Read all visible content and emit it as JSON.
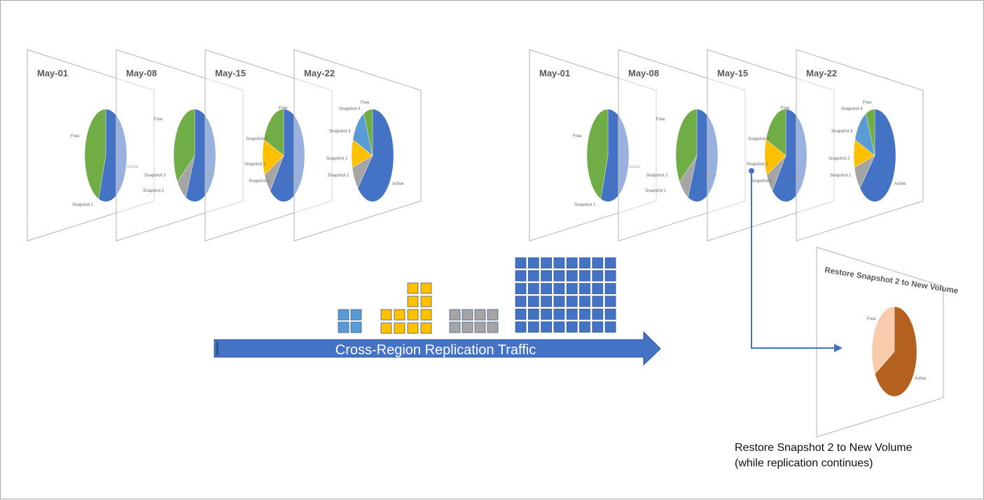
{
  "colors": {
    "active": "#4472c4",
    "free": "#70ad47",
    "snapshot_1": "#a5a5a5",
    "snapshot_2": "#a5a5a5",
    "snapshot_3": "#ffc000",
    "snapshot_4": "#5b9bd5",
    "restore_active": "#b4601f",
    "restore_free": "#f8cbad",
    "arrow": "#4472c4",
    "block_blue_light": "#5b9bd5",
    "block_yellow": "#ffc000",
    "block_gray": "#a5a5a5",
    "block_blue_dark": "#4472c4",
    "panel_border": "#bfbfbf"
  },
  "source_volume": {
    "panels": [
      {
        "date": "May-01",
        "labels": [
          "Free",
          "Active",
          "Snapshot 1"
        ]
      },
      {
        "date": "May-08",
        "labels": [
          "Free",
          "Active",
          "Snapshot 2",
          "Snapshot 1"
        ]
      },
      {
        "date": "May-15",
        "labels": [
          "Free",
          "Snapshot 3",
          "Snapshot 2",
          "Snapshot 1",
          "Active"
        ]
      },
      {
        "date": "May-22",
        "labels": [
          "Free",
          "Snapshot 4",
          "Snapshot 3",
          "Snapshot 2",
          "Snapshot 1",
          "Active"
        ]
      }
    ]
  },
  "destination_volume": {
    "panels": [
      {
        "date": "May-01",
        "labels": [
          "Free",
          "Active",
          "Snapshot 1"
        ]
      },
      {
        "date": "May-08",
        "labels": [
          "Free",
          "Active",
          "Snapshot 2",
          "Snapshot 1"
        ]
      },
      {
        "date": "May-15",
        "labels": [
          "Free",
          "Snapshot 3",
          "Snapshot 2",
          "Snapshot 1",
          "Active"
        ]
      },
      {
        "date": "May-22",
        "labels": [
          "Free",
          "Snapshot 4",
          "Snapshot 3",
          "Snapshot 2",
          "Snapshot 1",
          "Active"
        ]
      }
    ]
  },
  "replication": {
    "label": "Cross-Region Replication Traffic",
    "block_groups": [
      {
        "color_key": "block_blue_light",
        "cols": 2,
        "rows": 2
      },
      {
        "color_key": "block_yellow",
        "cols": 4,
        "rows": 2,
        "extra": {
          "cols": 2,
          "rows": 2
        }
      },
      {
        "color_key": "block_gray",
        "cols": 4,
        "rows": 2
      },
      {
        "color_key": "block_blue_dark",
        "cols": 8,
        "rows": 6
      }
    ]
  },
  "restore": {
    "title": "Restore Snapshot 2 to New Volume",
    "labels": [
      "Free",
      "Active"
    ],
    "caption_line1": "Restore Snapshot 2 to New Volume",
    "caption_line2": "(while replication continues)"
  }
}
